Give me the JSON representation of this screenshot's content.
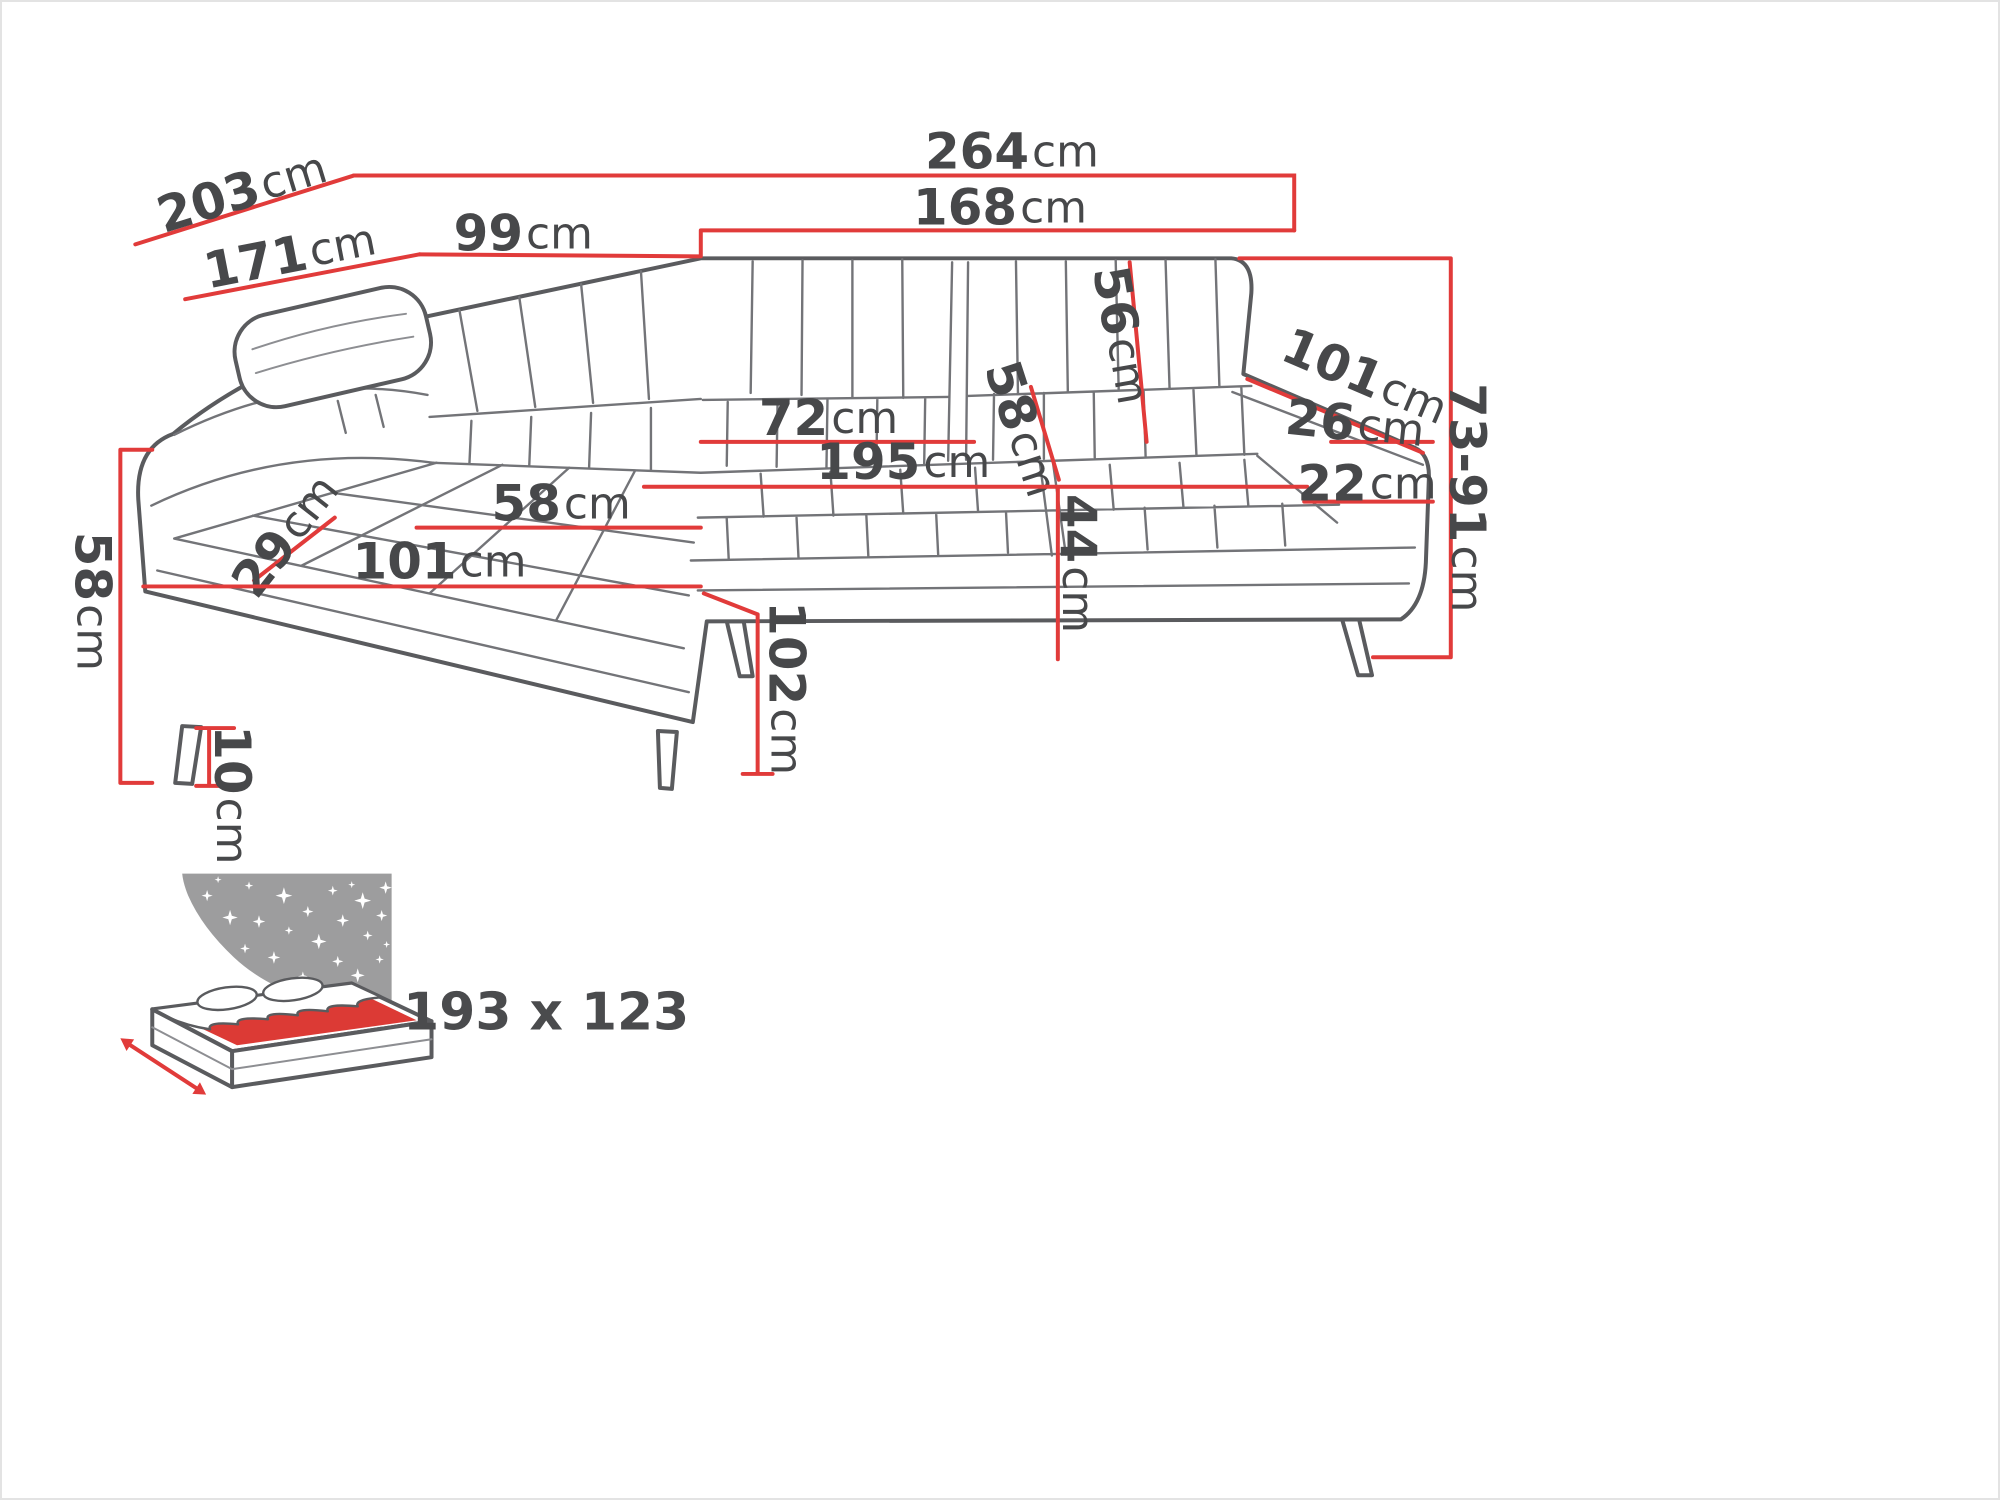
{
  "dimensions": {
    "total_width": {
      "value": "264",
      "unit": "cm"
    },
    "total_depth": {
      "value": "203",
      "unit": "cm"
    },
    "inner_depth": {
      "value": "171",
      "unit": "cm"
    },
    "chaise_width": {
      "value": "99",
      "unit": "cm"
    },
    "seat_section_width": {
      "value": "168",
      "unit": "cm"
    },
    "backrest_height": {
      "value": "56",
      "unit": "cm"
    },
    "armrest_length": {
      "value": "101",
      "unit": "cm"
    },
    "armrest_top_width": {
      "value": "26",
      "unit": "cm"
    },
    "adjustable_height": {
      "value": "73-91",
      "unit": "cm"
    },
    "seat_depth": {
      "value": "72",
      "unit": "cm"
    },
    "backrest_depth": {
      "value": "58",
      "unit": "cm"
    },
    "seat_length": {
      "value": "195",
      "unit": "cm"
    },
    "armrest_height": {
      "value": "22",
      "unit": "cm"
    },
    "seat_height": {
      "value": "44",
      "unit": "cm"
    },
    "chaise_seat_width": {
      "value": "58",
      "unit": "cm"
    },
    "headrest_depth": {
      "value": "29",
      "unit": "cm"
    },
    "chaise_front_width": {
      "value": "101",
      "unit": "cm"
    },
    "side_height": {
      "value": "58",
      "unit": "cm"
    },
    "leg_height": {
      "value": "10",
      "unit": "cm"
    },
    "chaise_length": {
      "value": "102",
      "unit": "cm"
    }
  },
  "sleeping_area": {
    "size": "193 x 123"
  },
  "colors": {
    "dimension_red": "#e13b3a",
    "sofa_outline": "#5a5b5e",
    "label_text": "#47484a",
    "headboard_gray": "#9d9d9e",
    "mattress_red": "#dc3a35"
  }
}
